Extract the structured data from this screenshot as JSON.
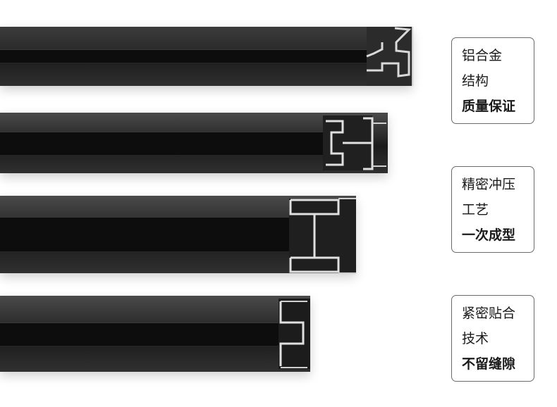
{
  "callouts": [
    {
      "lines": [
        "铝合金",
        "结构",
        "质量保证"
      ]
    },
    {
      "lines": [
        "精密冲压",
        "工艺",
        "一次成型"
      ]
    },
    {
      "lines": [
        "紧密贴合",
        "技术",
        "不留缝隙"
      ]
    }
  ],
  "colors": {
    "profile_dark": "#1b1b1b",
    "profile_mid": "#3c3c3c",
    "metal_edge": "#d9d9d9",
    "border": "#6a6a6a",
    "text": "#1a1a1a"
  }
}
